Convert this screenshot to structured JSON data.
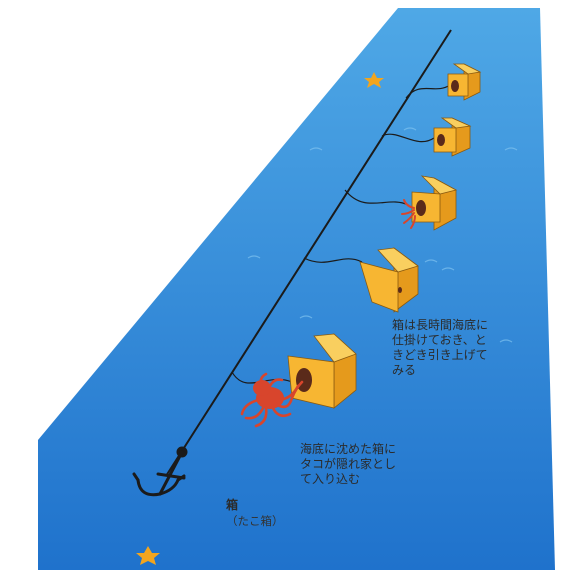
{
  "colors": {
    "sea_top": "#4fa8e6",
    "sea_bottom": "#1f72cc",
    "box_face": "#f7b632",
    "box_side": "#e59a1c",
    "box_top": "#f9cf5f",
    "box_hole": "#5a2a1a",
    "octopus": "#d8452c",
    "line": "#1b1b1b",
    "starfish": "#f2a51e"
  },
  "captions": {
    "box_note": [
      "箱は長時間海底に",
      "仕掛けておき、と",
      "きどき引き上げて",
      "みる"
    ],
    "sink_note": [
      "海底に沈めた箱に",
      "タコが隠れ家とし",
      "て入り込む"
    ]
  },
  "label": {
    "name": "箱",
    "sub": "（たこ箱）"
  }
}
